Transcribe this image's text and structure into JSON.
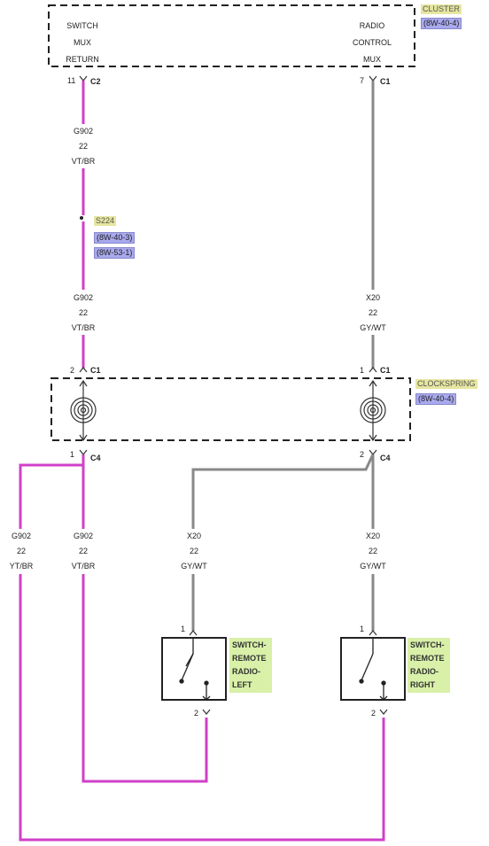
{
  "cluster": {
    "name": "CLUSTER",
    "ref": "(8W-40-4)",
    "pin_left": [
      "SWITCH",
      "MUX",
      "RETURN"
    ],
    "pin_right": [
      "RADIO",
      "CONTROL",
      "MUX"
    ],
    "conn_left": {
      "pin": "11",
      "conn": "C2"
    },
    "conn_right": {
      "pin": "7",
      "conn": "C1"
    }
  },
  "wire_top_left": {
    "circuit": "G902",
    "gauge": "22",
    "color": "VT/BR"
  },
  "splice": {
    "name": "S224",
    "refs": [
      "(8W-40-3)",
      "(8W-53-1)"
    ]
  },
  "wire_mid_left": {
    "circuit": "G902",
    "gauge": "22",
    "color": "VT/BR"
  },
  "wire_mid_right": {
    "circuit": "X20",
    "gauge": "22",
    "color": "GY/WT"
  },
  "clockspring": {
    "name": "CLOCKSPRING",
    "ref": "(8W-40-4)",
    "top_left": {
      "pin": "2",
      "conn": "C1"
    },
    "top_right": {
      "pin": "1",
      "conn": "C1"
    },
    "bot_left": {
      "pin": "1",
      "conn": "C4"
    },
    "bot_right": {
      "pin": "2",
      "conn": "C4"
    }
  },
  "lower_wires": [
    {
      "circuit": "G902",
      "gauge": "22",
      "color": "YT/BR"
    },
    {
      "circuit": "G902",
      "gauge": "22",
      "color": "VT/BR"
    },
    {
      "circuit": "X20",
      "gauge": "22",
      "color": "GY/WT"
    },
    {
      "circuit": "X20",
      "gauge": "22",
      "color": "GY/WT"
    }
  ],
  "switch_left": {
    "label": [
      "SWITCH-",
      "REMOTE",
      "RADIO-",
      "LEFT"
    ],
    "pin_top": "1",
    "pin_bot": "2"
  },
  "switch_right": {
    "label": [
      "SWITCH-",
      "REMOTE",
      "RADIO-",
      "RIGHT"
    ],
    "pin_top": "1",
    "pin_bot": "2"
  },
  "colors": {
    "violet_wire": "#d040c8",
    "gray_wire": "#888888",
    "dash": "#222222"
  }
}
